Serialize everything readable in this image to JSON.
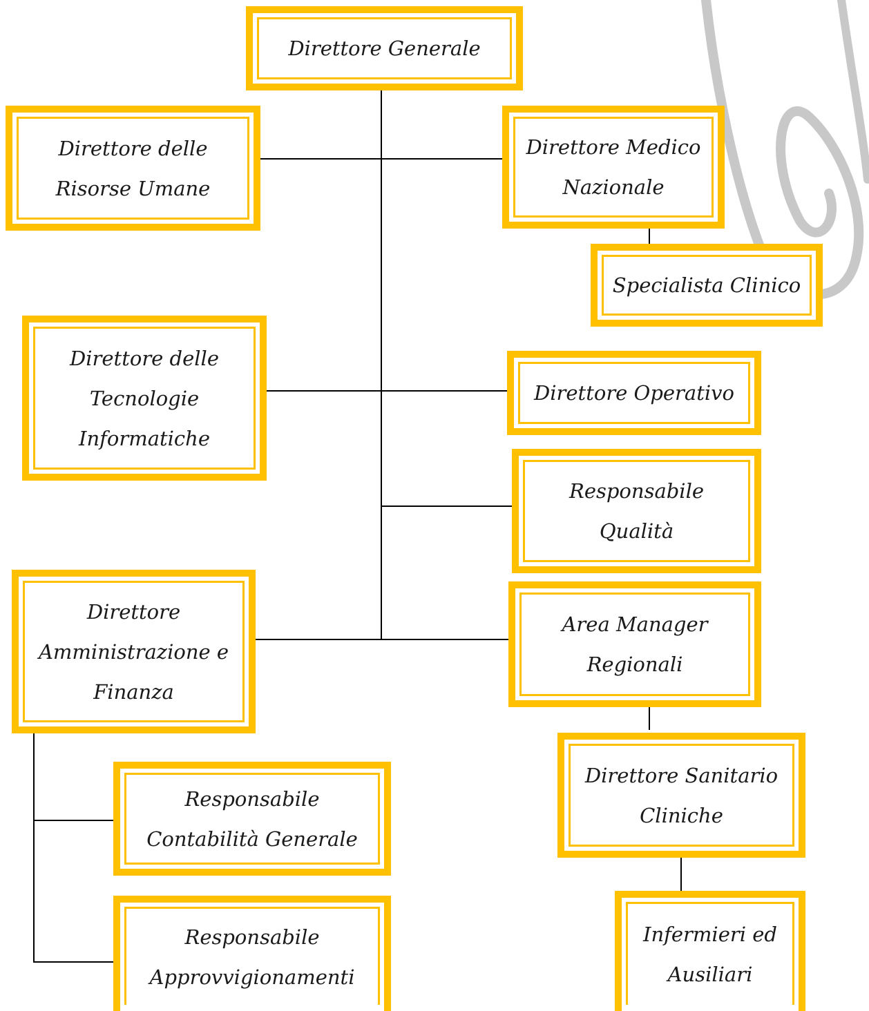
{
  "colors": {
    "box_border": "#FFC000",
    "connector": "#000000",
    "text": "#1a1a1a",
    "decoration": "#c8c8c8"
  },
  "nodes": {
    "direttore_generale": "Direttore Generale",
    "risorse_umane": "Direttore delle\nRisorse Umane",
    "medico_nazionale": "Direttore Medico\nNazionale",
    "specialista_clinico": "Specialista Clinico",
    "tecnologie_informatiche": "Direttore delle\nTecnologie\nInformatiche",
    "operativo": "Direttore Operativo",
    "responsabile_qualita": "Responsabile\nQualità",
    "amministrazione_finanza": "Direttore\nAmministrazione e\nFinanza",
    "area_manager": "Area Manager\nRegionali",
    "contabilita_generale": "Responsabile\nContabilità Generale",
    "direttore_sanitario": "Direttore Sanitario\nCliniche",
    "approvvigionamenti": "Responsabile\nApprovvigionamenti",
    "infermieri": "Infermieri ed\nAusiliari"
  },
  "decoration": {
    "icon": "swirl-logo-icon"
  }
}
